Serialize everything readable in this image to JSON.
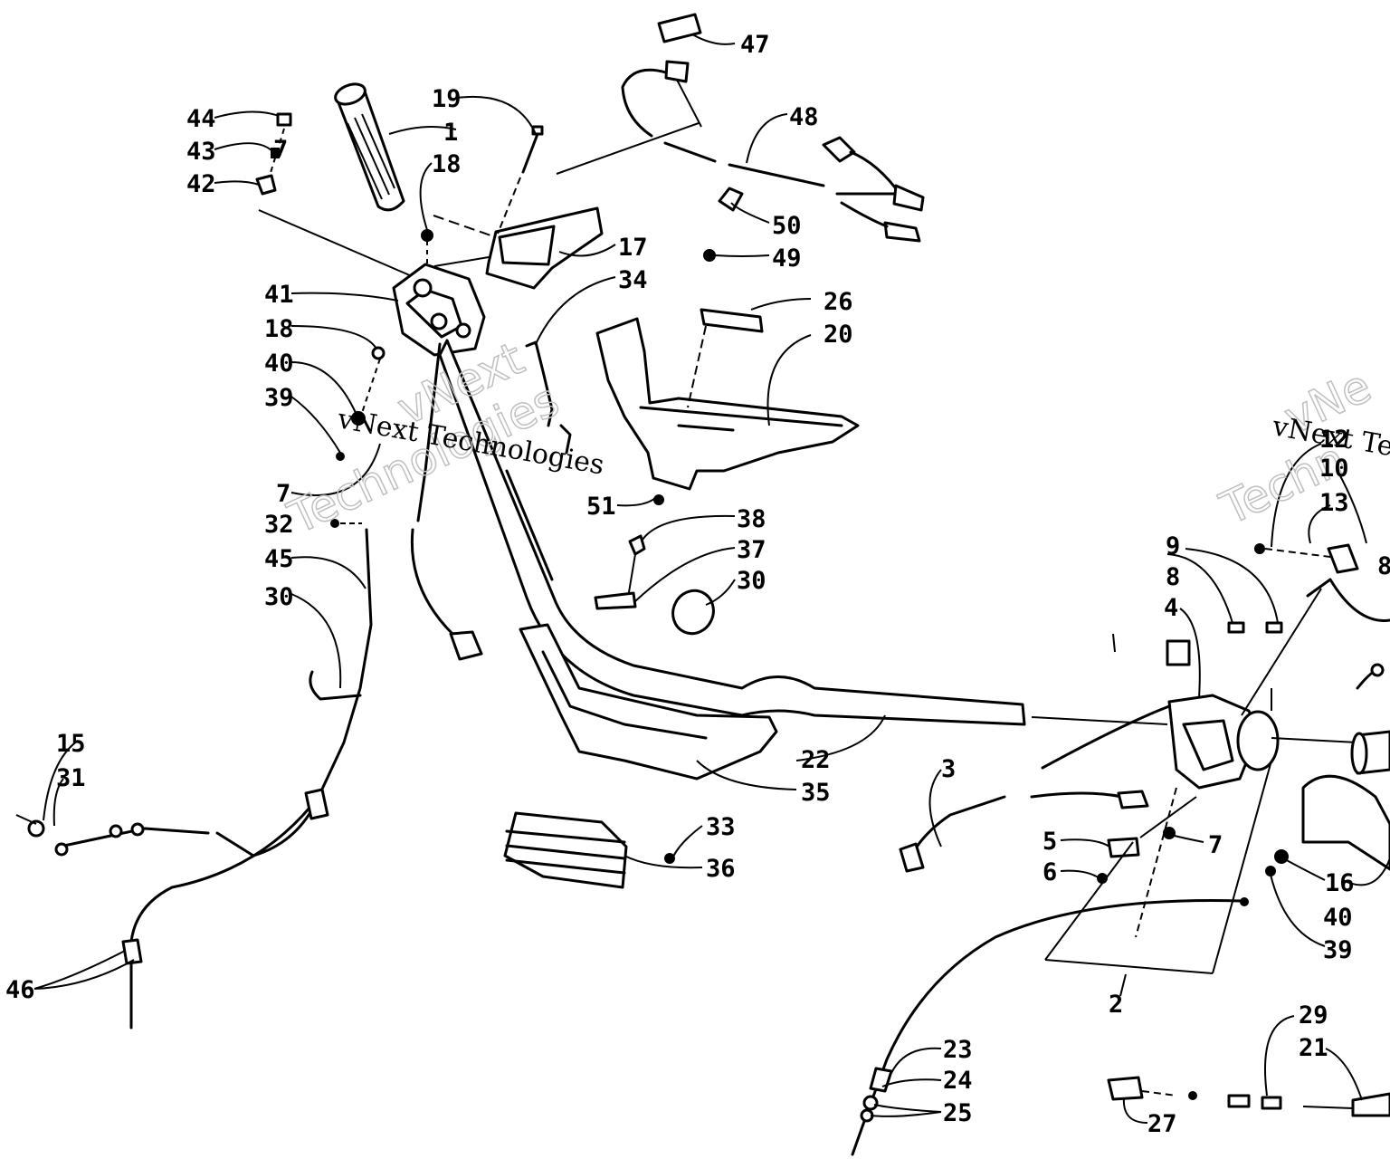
{
  "diagram": {
    "watermark_left_1": "vNext",
    "watermark_left_2": "Technologies",
    "watermark_left_3": "vNext Technologies",
    "watermark_right_1": "vNe",
    "watermark_right_2": "Techn",
    "watermark_right_3": "vNext Te",
    "callouts": {
      "c1": "1",
      "c2": "2",
      "c3": "3",
      "c4": "4",
      "c5": "5",
      "c6": "6",
      "c7a": "7",
      "c7b": "7",
      "c7c": "7",
      "c8a": "8",
      "c8b": "8",
      "c9": "9",
      "c10": "10",
      "c12": "12",
      "c13": "13",
      "c15": "15",
      "c16": "16",
      "c17": "17",
      "c18a": "18",
      "c18b": "18",
      "c19": "19",
      "c20": "20",
      "c21": "21",
      "c22": "22",
      "c23": "23",
      "c24": "24",
      "c25": "25",
      "c26": "26",
      "c27": "27",
      "c29": "29",
      "c30a": "30",
      "c30b": "30",
      "c31": "31",
      "c32": "32",
      "c33": "33",
      "c34": "34",
      "c35": "35",
      "c36": "36",
      "c37": "37",
      "c38": "38",
      "c39a": "39",
      "c39b": "39",
      "c40a": "40",
      "c40b": "40",
      "c41": "41",
      "c42": "42",
      "c43": "43",
      "c44": "44",
      "c45": "45",
      "c46": "46",
      "c47": "47",
      "c48": "48",
      "c49": "49",
      "c50": "50",
      "c51": "51"
    }
  }
}
